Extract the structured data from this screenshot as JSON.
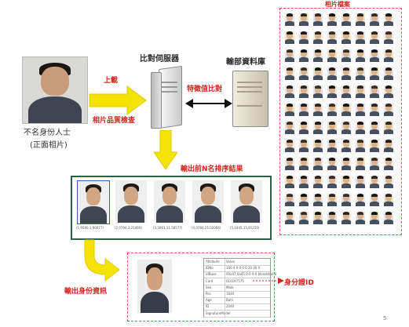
{
  "diagram": {
    "input_label_line1": "不名身份人士",
    "input_label_line2": "(正面相片)",
    "upload_label": "上載",
    "quality_label": "相片品質檢查",
    "server_label": "比對伺服器",
    "database_label": "輸部資料庫",
    "compare_label": "特徵值比對",
    "archive_label": "相片檔案",
    "results_label": "輸出前N名排序結果",
    "output_label": "輸出身份資訊",
    "id_label": "身分證ID",
    "page_number": "5",
    "results": [
      {
        "caption": "(1,9590,1,90077) "
      },
      {
        "caption": "(2,0794,3,21469)"
      },
      {
        "caption": "(3,5961,11,58577)"
      },
      {
        "caption": "(4,0760,21,02066)"
      },
      {
        "caption": "(5,0445,15,91250)"
      }
    ],
    "info_table": {
      "header": [
        "Attribute",
        "Value"
      ],
      "rows": [
        [
          "IDNo",
          "100 4 0 0 0 0 20 00 0"
        ],
        [
          "IdBase",
          "00x47 0a45 0-0 9 0 bloodstnd  0"
        ],
        [
          "Card",
          "010197575"
        ],
        [
          "Sex",
          "Male"
        ],
        [
          "Pos",
          "1640"
        ],
        [
          "Age",
          "Bahi"
        ],
        [
          "ID",
          "2040"
        ],
        [
          "SignatureModel",
          ""
        ]
      ]
    },
    "colors": {
      "arrow_yellow": "#f4e200",
      "label_red": "#d0241b",
      "dashed_red": "#e85a4f",
      "results_border": "#2e5e46"
    }
  }
}
